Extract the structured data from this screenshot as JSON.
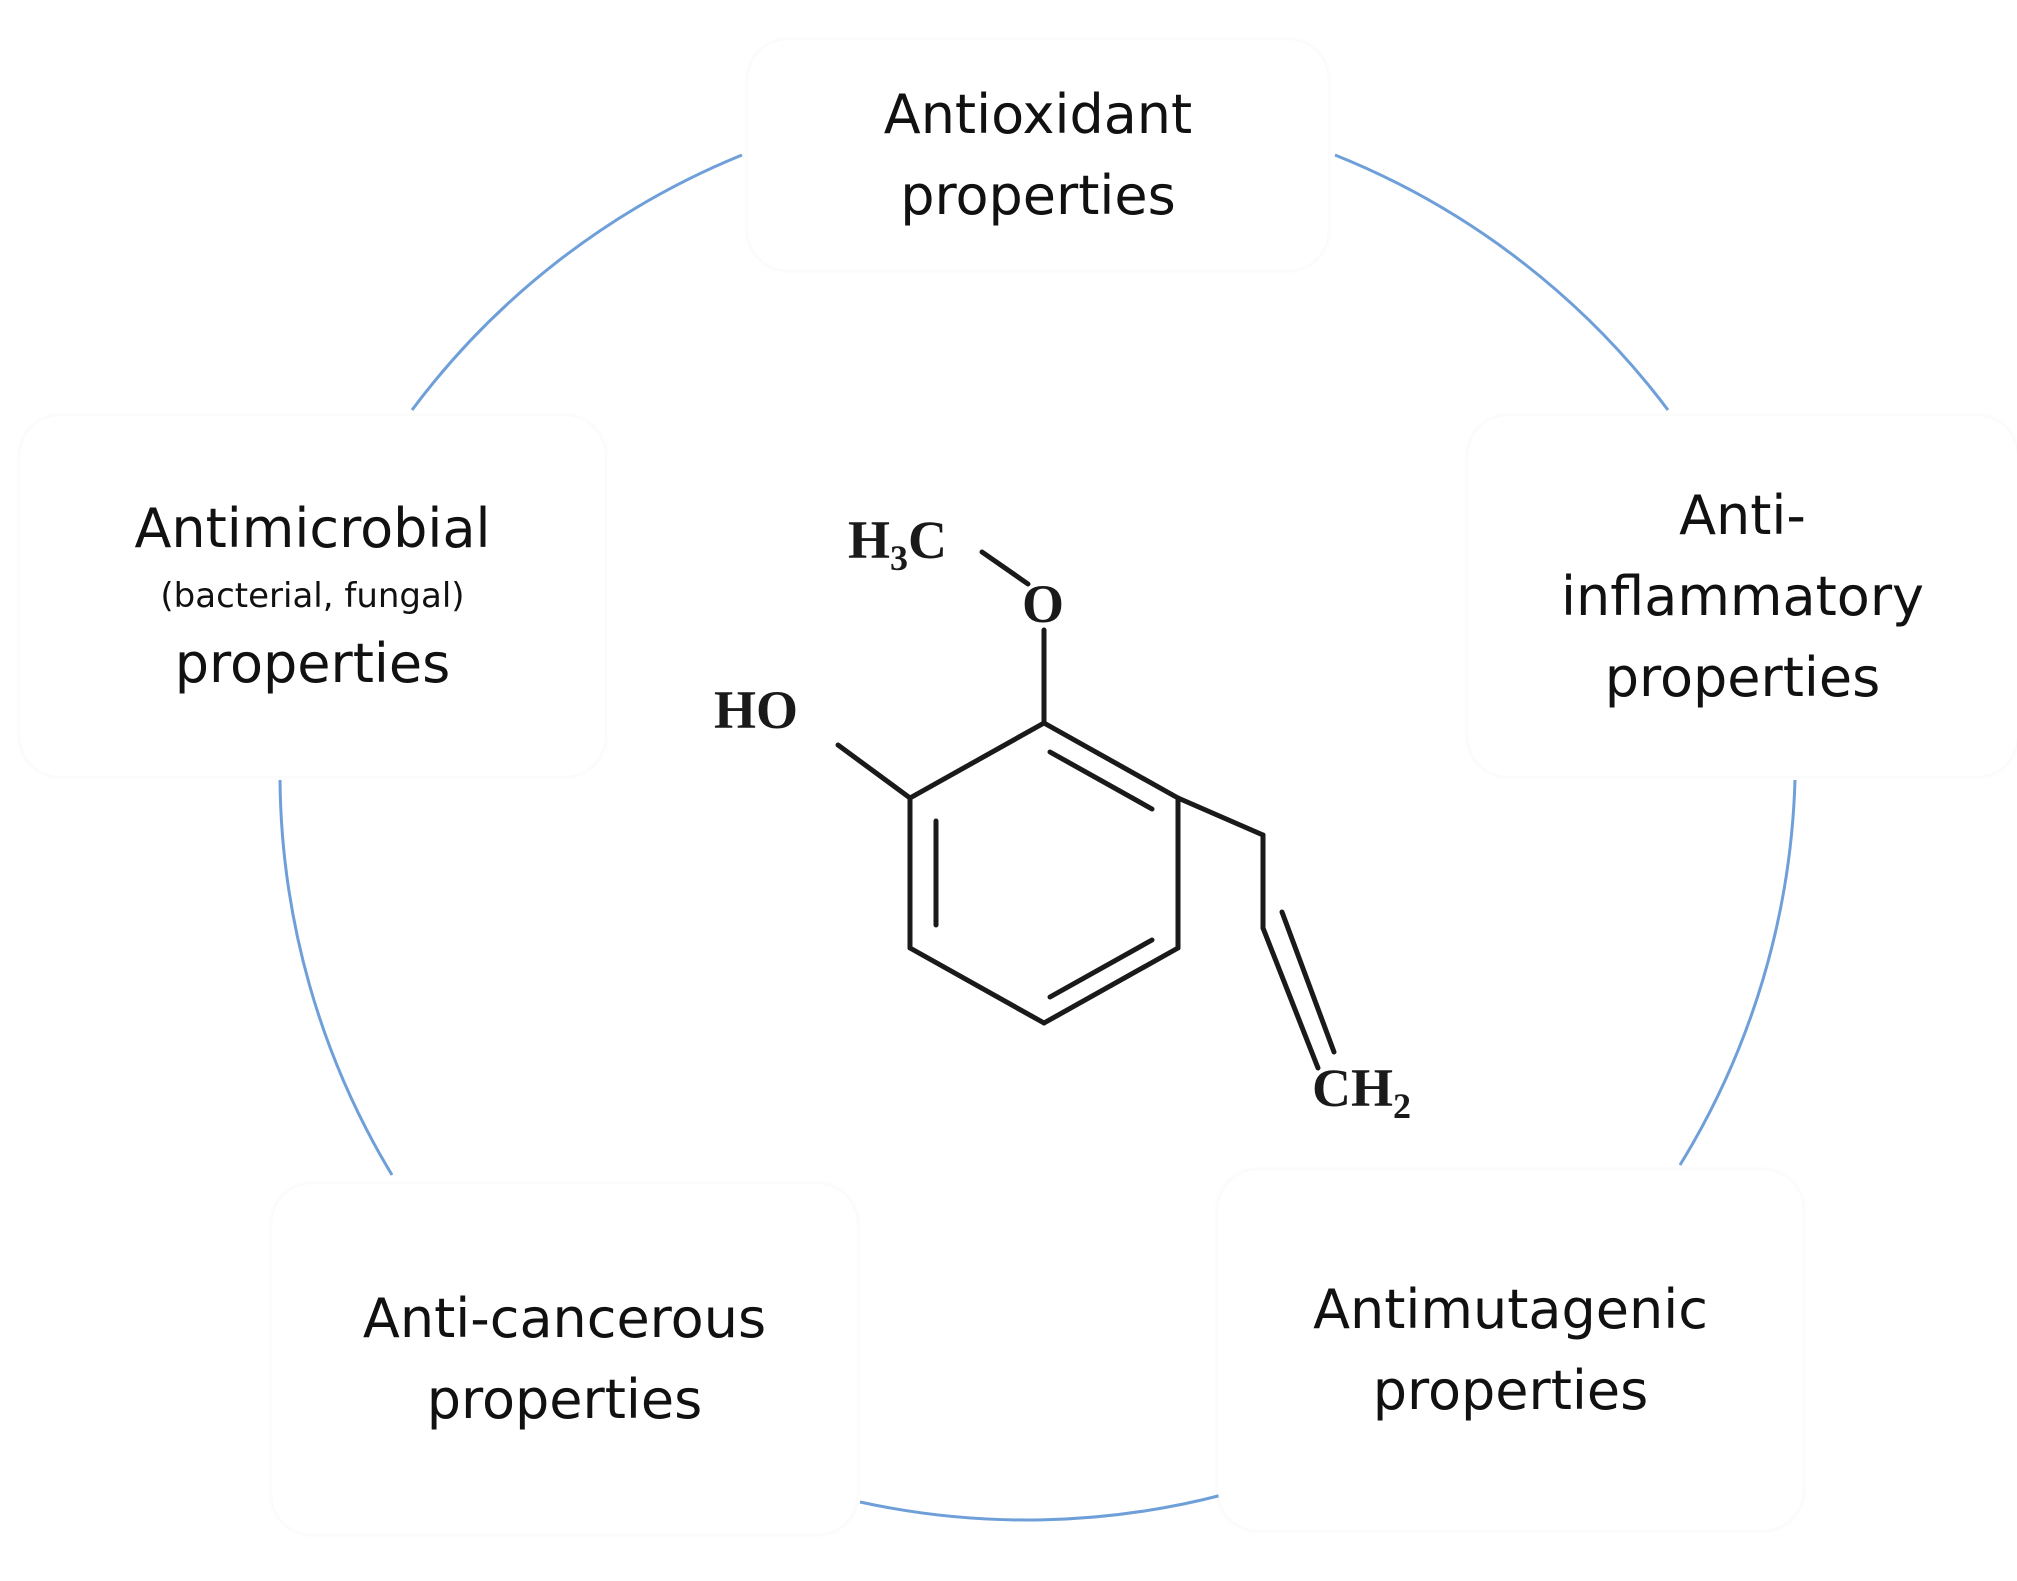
{
  "nodes": {
    "antioxidant": {
      "line1": "Antioxidant",
      "line2": "properties"
    },
    "antimicrobial": {
      "line1": "Antimicrobial",
      "line2": "(bacterial, fungal)",
      "line3": "properties"
    },
    "antiinflammatory": {
      "line1": "Anti-",
      "line2": "inflammatory",
      "line3": "properties"
    },
    "anticancerous": {
      "line1": "Anti-cancerous",
      "line2": "properties"
    },
    "antimutagenic": {
      "line1": "Antimutagenic",
      "line2": "properties"
    }
  },
  "molecule": {
    "methoxy_group": "H3C",
    "oxygen_label": "O",
    "hydroxyl_label": "HO",
    "terminal_group": "CH2"
  },
  "colors": {
    "connector": "#6f9fd8",
    "text": "#111111"
  }
}
